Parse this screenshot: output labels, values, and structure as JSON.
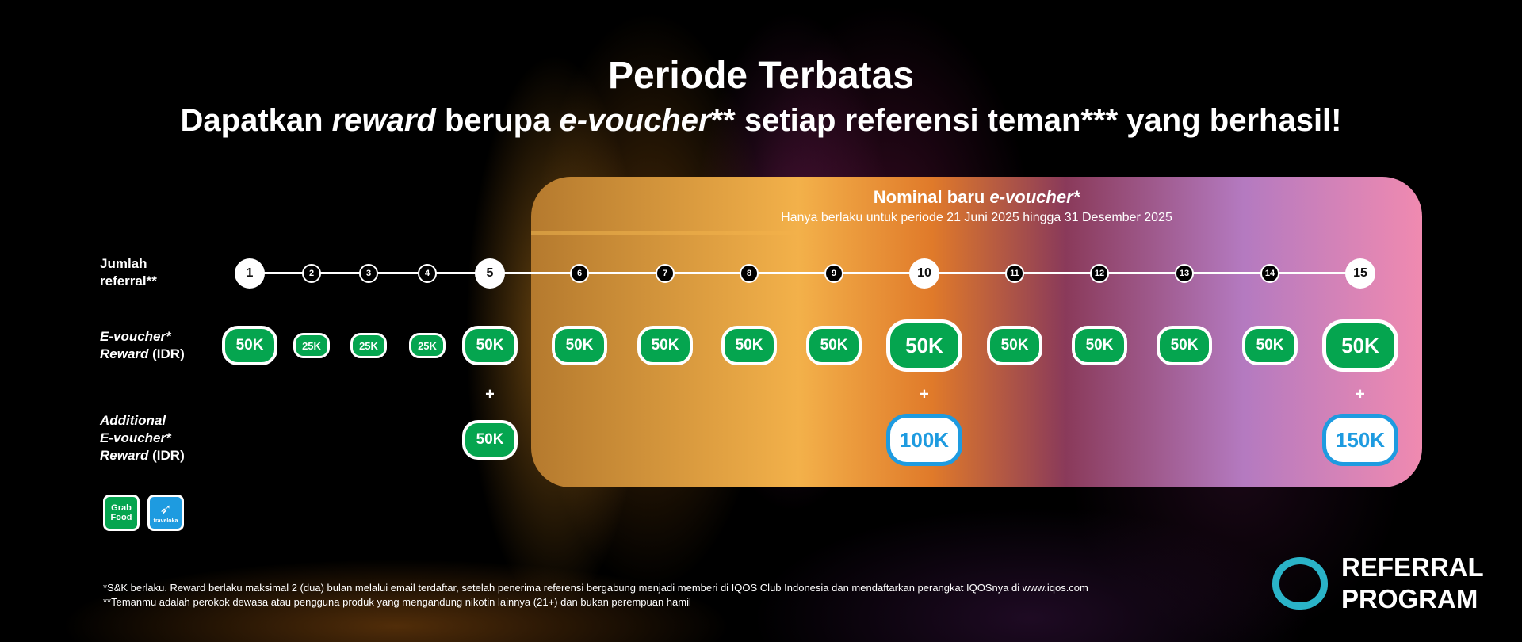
{
  "header": {
    "title": "Periode Terbatas",
    "subtitle_parts": [
      "Dapatkan ",
      "reward",
      " berupa ",
      "e-voucher",
      "** setiap referensi teman*** yang berhasil!"
    ]
  },
  "frame": {
    "title_parts": [
      "Nominal baru ",
      "e-voucher*"
    ],
    "subtitle": "Hanya berlaku untuk periode 21 Juni 2025 hingga 31 Desember 2025"
  },
  "labels": {
    "referral": [
      "Jumlah",
      "referral**"
    ],
    "evoucher": [
      "E-voucher*",
      "Reward",
      " (IDR)"
    ],
    "additional": [
      "Additional",
      "E-voucher*",
      "Reward",
      " (IDR)"
    ]
  },
  "steps": [
    "1",
    "2",
    "3",
    "4",
    "5",
    "6",
    "7",
    "8",
    "9",
    "10",
    "11",
    "12",
    "13",
    "14",
    "15"
  ],
  "rewards": [
    "50K",
    "25K",
    "25K",
    "25K",
    "50K",
    "50K",
    "50K",
    "50K",
    "50K",
    "50K",
    "50K",
    "50K",
    "50K",
    "50K",
    "50K"
  ],
  "plus": "+",
  "additional": {
    "5": "50K",
    "10": "100K",
    "15": "150K"
  },
  "partners": {
    "grab": [
      "Grab",
      "Food"
    ],
    "traveloka": "traveloka"
  },
  "footnotes": [
    "*S&K berlaku. Reward berlaku maksimal 2 (dua) bulan melalui email terdaftar, setelah penerima referensi bergabung menjadi memberi di IQOS Club Indonesia dan mendaftarkan perangkat IQOSnya di www.iqos.com",
    "**Temanmu adalah perokok dewasa atau pengguna produk yang mengandung nikotin lainnya (21+) dan bukan perempuan hamil"
  ],
  "brand": {
    "line1": "REFERRAL",
    "line2": "PROGRAM",
    "color": "#2ab3c8"
  },
  "colors": {
    "green": "#05a54f",
    "blue": "#1e9be0"
  }
}
